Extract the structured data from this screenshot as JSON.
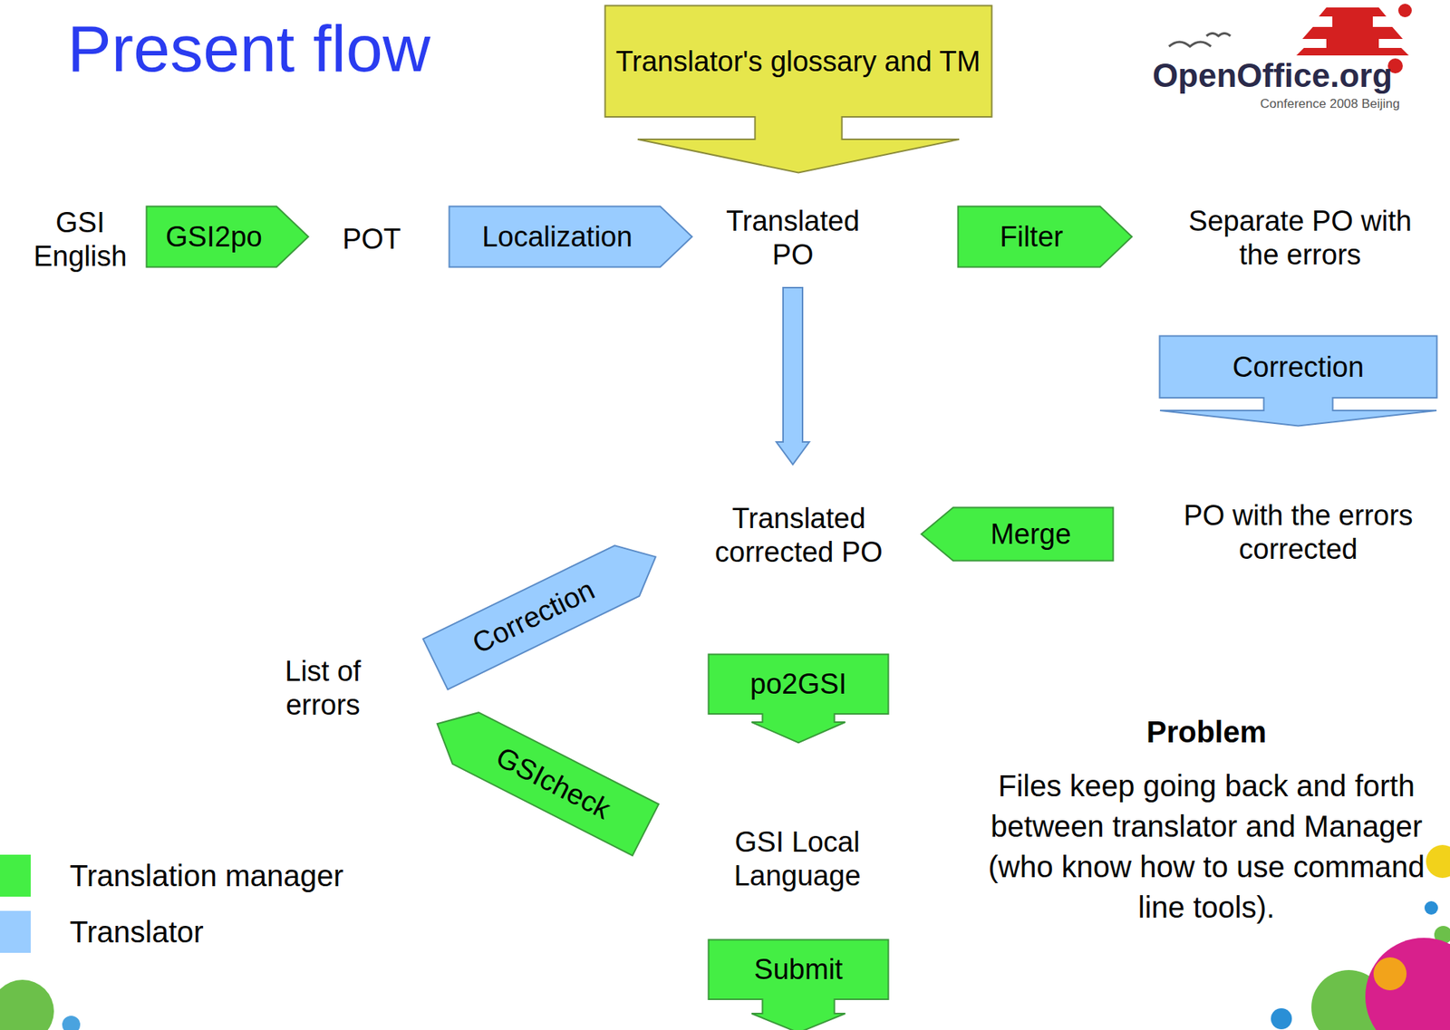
{
  "diagram": {
    "title": "Present flow",
    "nodes": [
      {
        "text": [
          "Translator's glossary and TM"
        ]
      },
      {
        "text": [
          "GSI English"
        ]
      },
      {
        "text": [
          "GSI2po"
        ]
      },
      {
        "text": [
          "POT"
        ]
      },
      {
        "text": [
          "Localization"
        ]
      },
      {
        "text": [
          "Translated PO"
        ]
      },
      {
        "text": [
          "Filter"
        ]
      },
      {
        "text": [
          "Separate PO with the errors"
        ]
      },
      {
        "text": [
          "Correction"
        ]
      },
      {
        "text": [
          "Translated corrected PO"
        ]
      },
      {
        "text": [
          "Merge"
        ]
      },
      {
        "text": [
          "PO with the errors corrected"
        ]
      },
      {
        "text": [
          "List of errors"
        ]
      },
      {
        "text": [
          "Correction"
        ]
      },
      {
        "text": [
          "po2GSI"
        ]
      },
      {
        "text": [
          "GSIcheck"
        ]
      },
      {
        "text": [
          "GSI Local Language"
        ]
      },
      {
        "text": [
          "Submit"
        ]
      }
    ],
    "edges": [
      {
        "from": 5,
        "to": 9,
        "arrow": "to"
      }
    ],
    "labels": [
      "Problem",
      "Files keep going back and forth between translator and Manager (who know how to use command line tools).",
      "OpenOffice.org",
      "Conference 2008 Beijing"
    ],
    "legend": [
      {
        "text": "Translation manager",
        "color": "#44ee44"
      },
      {
        "text": "Translator",
        "color": "#99ccff"
      }
    ]
  }
}
